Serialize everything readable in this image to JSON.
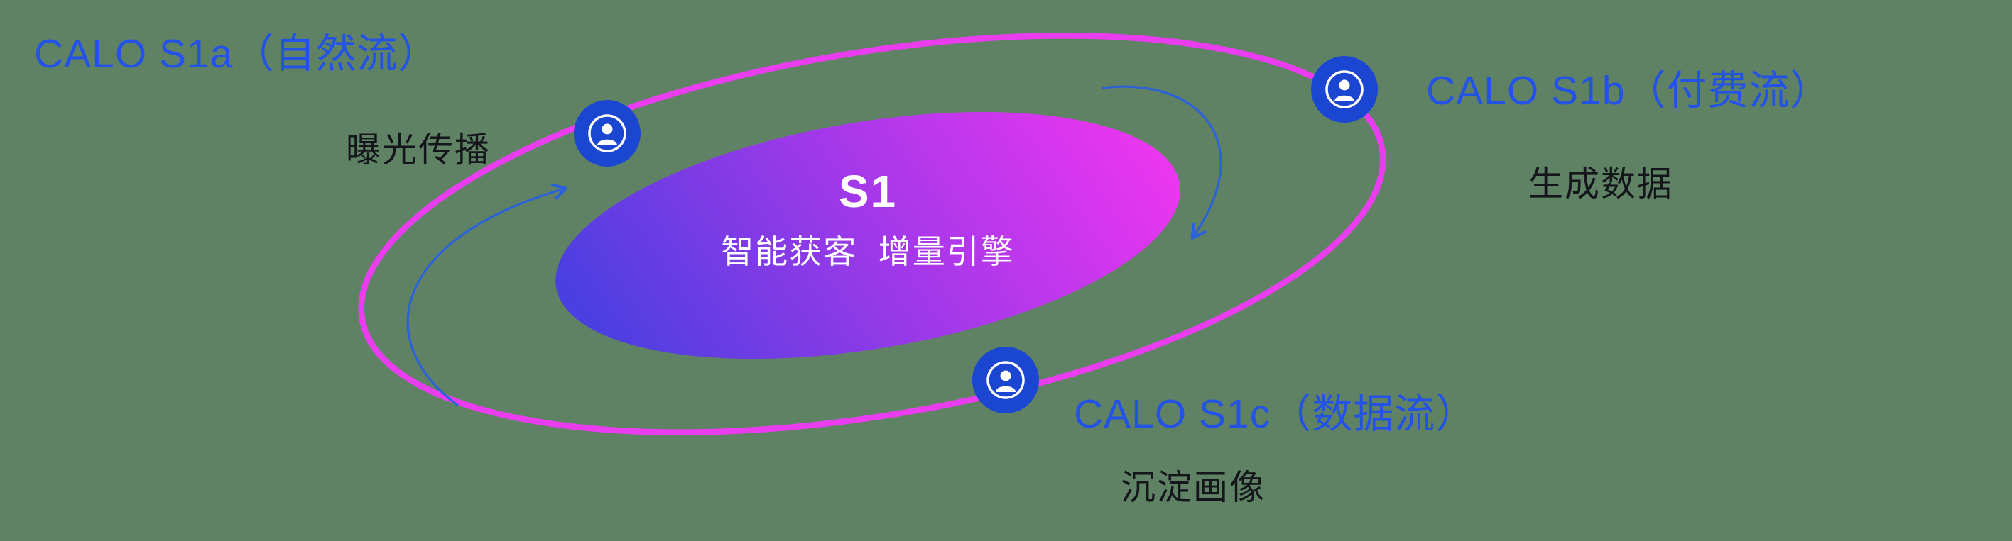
{
  "background_color": "#5f8264",
  "palette": {
    "title_blue": "#2353e6",
    "subtitle_dark": "#14161c",
    "orbit_pink": "#ea3df0",
    "node_blue": "#1b46d2",
    "arrow_blue": "#2c62d9",
    "center_gradient": [
      "#4a3fe0",
      "#a838ea",
      "#ea36ef"
    ],
    "center_text": "#ffffff"
  },
  "center": {
    "title": "S1",
    "subtitle": "智能获客  增量引擎"
  },
  "nodes": [
    {
      "id": "CALO-S1a",
      "title": "CALO S1a（自然流）",
      "subtitle": "曝光传播",
      "icon": "user-icon"
    },
    {
      "id": "CALO-S1b",
      "title": "CALO S1b（付费流）",
      "subtitle": "生成数据",
      "icon": "user-icon"
    },
    {
      "id": "CALO-S1c",
      "title": "CALO S1c（数据流）",
      "subtitle": "沉淀画像",
      "icon": "user-icon"
    }
  ]
}
